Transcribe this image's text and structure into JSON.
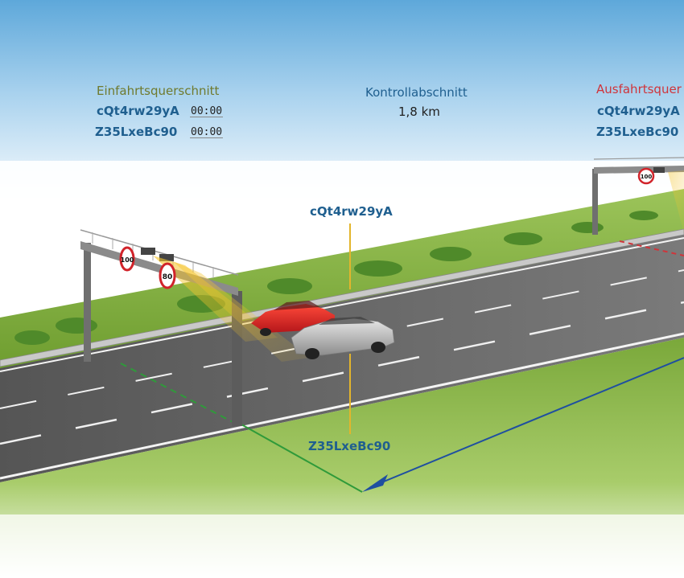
{
  "entry": {
    "title": "Einfahrtsquerschnitt",
    "row1_plate": "cQt4rw29yA",
    "row1_time": "00:00",
    "row2_plate": "Z35LxeBc90",
    "row2_time": "00:00"
  },
  "control": {
    "title": "Kontrollabschnitt",
    "distance": "1,8 km"
  },
  "exit": {
    "title": "Ausfahrtsquer",
    "row1_plate": "cQt4rw29yA",
    "row2_plate": "Z35LxeBc90"
  },
  "cars": {
    "red_car_plate": "cQt4rw29yA",
    "silver_car_plate": "Z35LxeBc90"
  },
  "signs": {
    "left_limit_1": "100",
    "left_limit_2": "80",
    "right_limit": "100"
  },
  "colors": {
    "entry_title": "#6f7a2e",
    "exit_title": "#d0343a",
    "plate_text": "#1f5f8f",
    "sky_top": "#6fb3de",
    "grass": "#7fae3a",
    "road": "#6a6a6a",
    "leader_line": "#e3b52c",
    "entry_line": "#2f9a3a",
    "section_arrow": "#1f4fa0"
  }
}
